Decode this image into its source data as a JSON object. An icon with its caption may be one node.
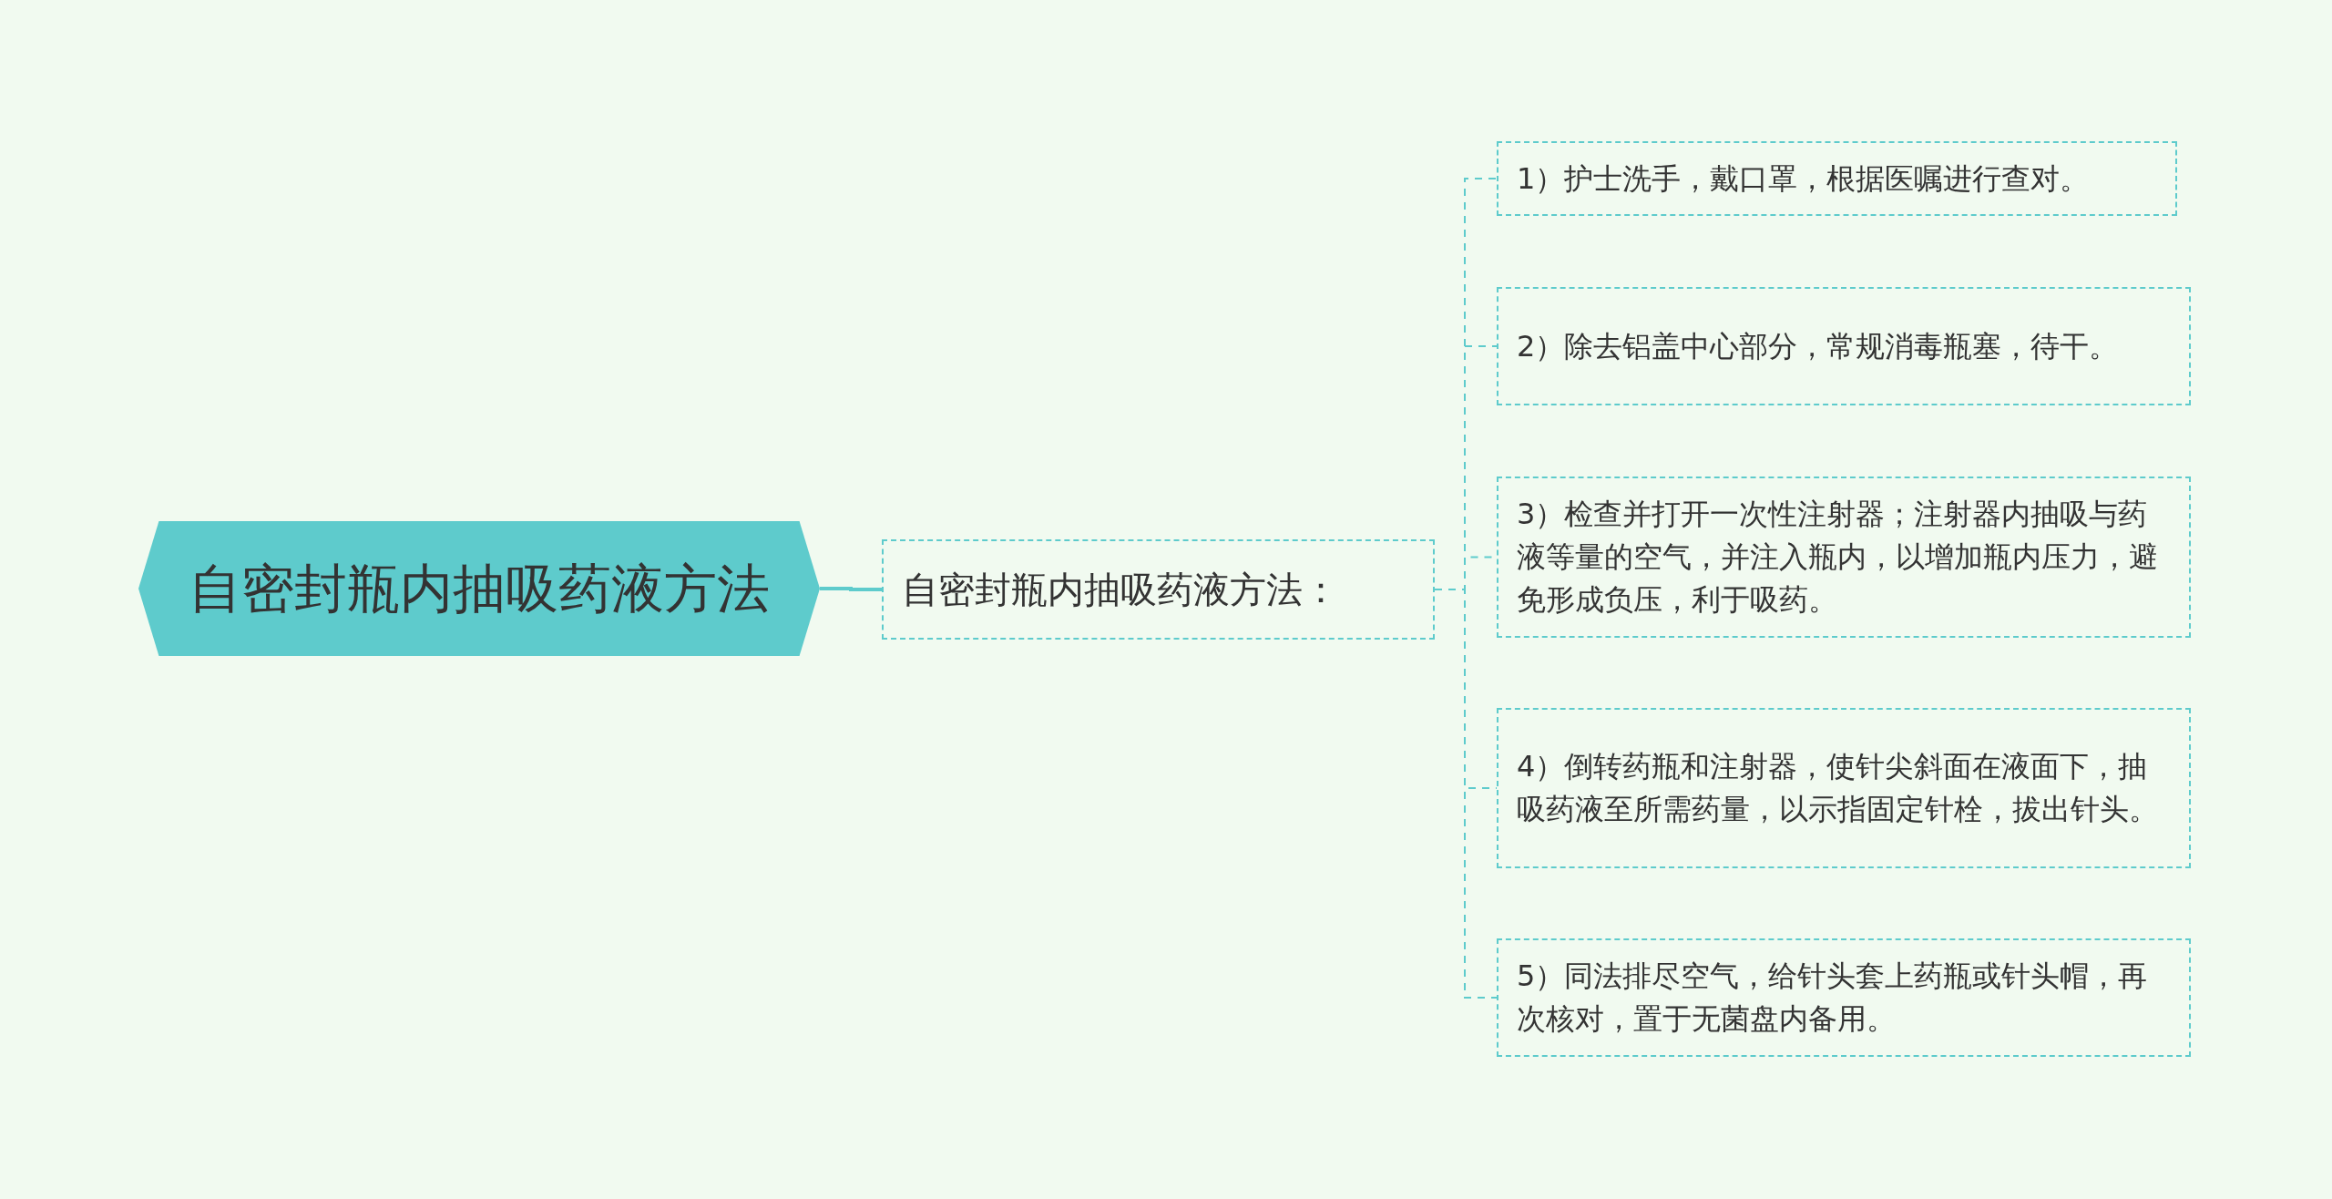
{
  "diagram": {
    "nodes": [
      {
        "text": [
          "自密封瓶内抽吸药液方法"
        ]
      },
      {
        "text": [
          "自密封瓶内抽吸药液方法："
        ]
      },
      {
        "text": [
          "1）护士洗手，戴口罩，根据医嘱进行查对。"
        ]
      },
      {
        "text": [
          "2）除去铝盖中心部分，常规消毒瓶塞，待干。"
        ]
      },
      {
        "text": [
          "3）检查并打开一次性注射器；注射器内抽吸与药液等量的空气，并注入瓶内，以增加瓶内压力，避免形成负压，利于吸药。"
        ]
      },
      {
        "text": [
          "4）倒转药瓶和注射器，使针尖斜面在液面下，抽吸药液至所需药量，以示指固定针栓，拔出针头。"
        ]
      },
      {
        "text": [
          "5）同法排尽空气，给针头套上药瓶或针头帽，再次核对，置于无菌盘内备用。"
        ]
      }
    ],
    "edges": [
      {
        "from": 0,
        "to": 1,
        "arrow": "none"
      },
      {
        "from": 1,
        "to": 2,
        "arrow": "none",
        "style": "dashed"
      },
      {
        "from": 1,
        "to": 3,
        "arrow": "none",
        "style": "dashed"
      },
      {
        "from": 1,
        "to": 4,
        "arrow": "none",
        "style": "dashed"
      },
      {
        "from": 1,
        "to": 5,
        "arrow": "none",
        "style": "dashed"
      },
      {
        "from": 1,
        "to": 6,
        "arrow": "none",
        "style": "dashed"
      }
    ]
  }
}
